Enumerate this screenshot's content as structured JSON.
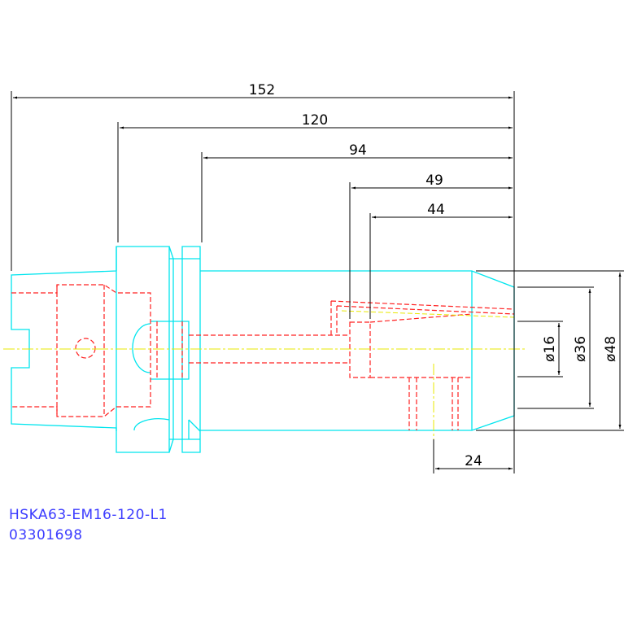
{
  "drawing": {
    "part_number": "HSKA63-EM16-120-L1",
    "article_number": "03301698",
    "colors": {
      "outline": "#00e5ee",
      "hidden": "#ff2020",
      "centerline": "#e8e800",
      "dimension": "#000000",
      "title": "#3c3cff",
      "background": "#ffffff"
    },
    "dimensions": {
      "overall_length": "152",
      "gauge_length": "120",
      "body_length": "94",
      "clamp_depth": "49",
      "bore_depth": "44",
      "side_screw_position": "24",
      "bore_diameter": "ø16",
      "front_diameter": "ø36",
      "body_diameter": "ø48"
    }
  }
}
